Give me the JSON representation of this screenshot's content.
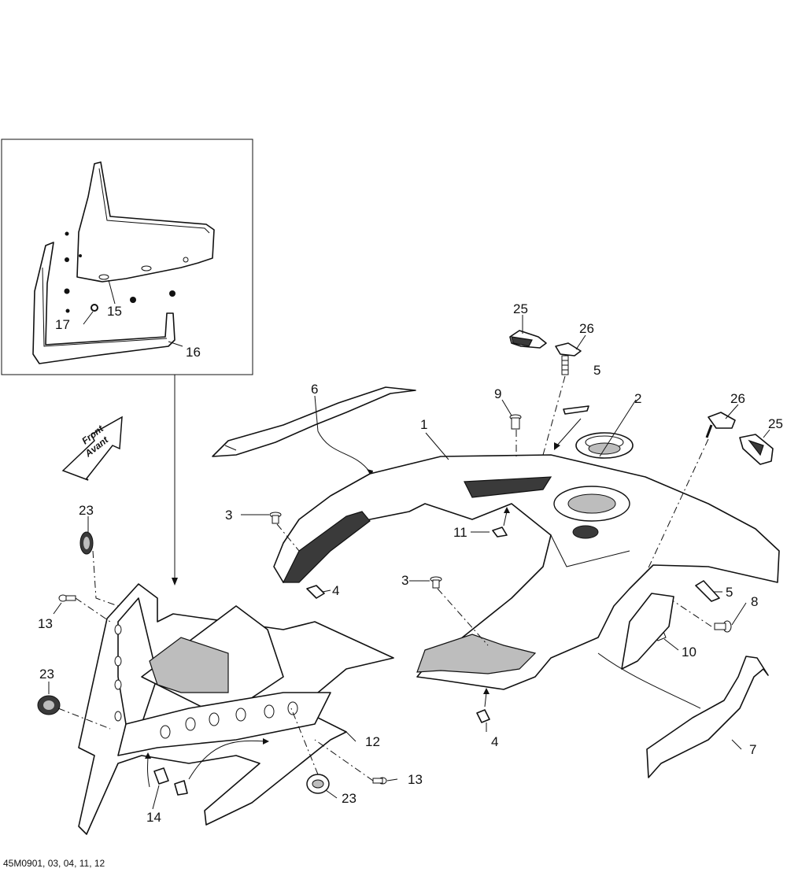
{
  "diagram": {
    "callouts": {
      "c1": "1",
      "c2": "2",
      "c3a": "3",
      "c3b": "3",
      "c4a": "4",
      "c4b": "4",
      "c5a": "5",
      "c5b": "5",
      "c6": "6",
      "c7": "7",
      "c8": "8",
      "c9": "9",
      "c10": "10",
      "c11": "11",
      "c12": "12",
      "c13a": "13",
      "c13b": "13",
      "c14": "14",
      "c15": "15",
      "c16": "16",
      "c17": "17",
      "c23a": "23",
      "c23b": "23",
      "c23c": "23",
      "c25a": "25",
      "c25b": "25",
      "c26a": "26",
      "c26b": "26"
    },
    "front_arrow": {
      "line1": "Front",
      "line2": "Avant"
    },
    "footer": "45M0901, 03, 04, 11, 12"
  }
}
